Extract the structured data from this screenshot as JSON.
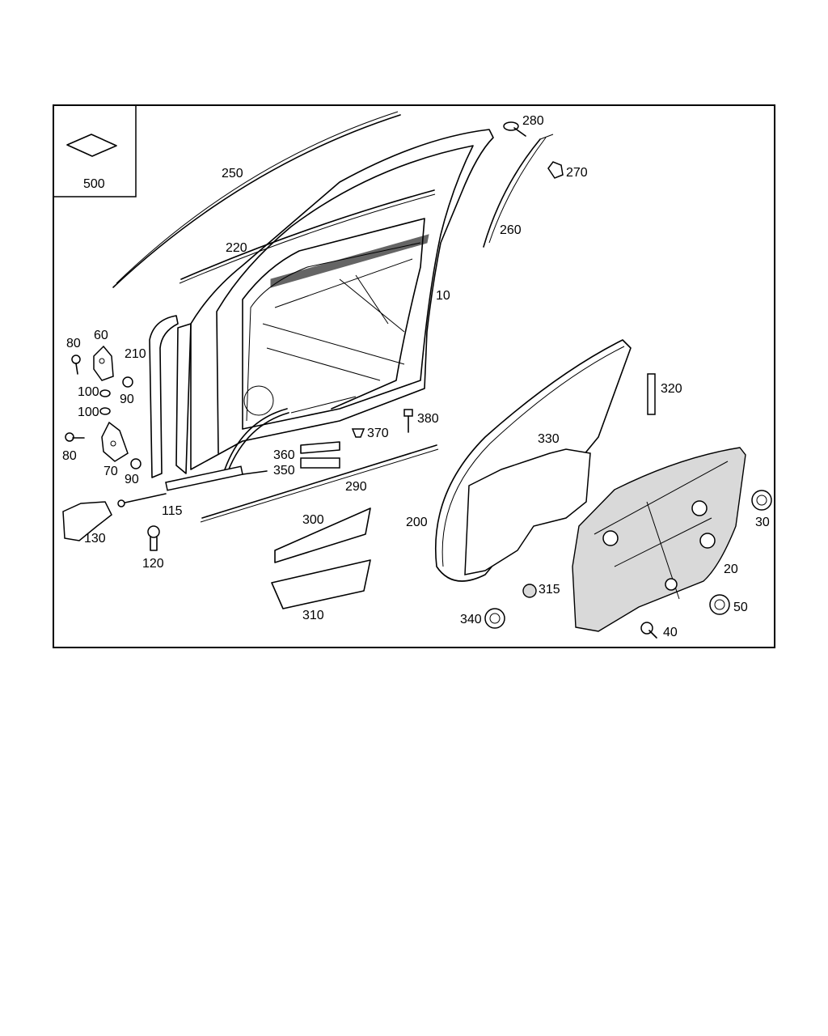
{
  "labels": [
    {
      "id": "500",
      "text": "500"
    },
    {
      "id": "250",
      "text": "250"
    },
    {
      "id": "220",
      "text": "220"
    },
    {
      "id": "280",
      "text": "280"
    },
    {
      "id": "270",
      "text": "270"
    },
    {
      "id": "260",
      "text": "260"
    },
    {
      "id": "10",
      "text": "10"
    },
    {
      "id": "80a",
      "text": "80"
    },
    {
      "id": "60",
      "text": "60"
    },
    {
      "id": "210",
      "text": "210"
    },
    {
      "id": "90a",
      "text": "90"
    },
    {
      "id": "100a",
      "text": "100"
    },
    {
      "id": "100b",
      "text": "100"
    },
    {
      "id": "80b",
      "text": "80"
    },
    {
      "id": "70",
      "text": "70"
    },
    {
      "id": "90b",
      "text": "90"
    },
    {
      "id": "115",
      "text": "115"
    },
    {
      "id": "130",
      "text": "130"
    },
    {
      "id": "120",
      "text": "120"
    },
    {
      "id": "380",
      "text": "380"
    },
    {
      "id": "370",
      "text": "370"
    },
    {
      "id": "360",
      "text": "360"
    },
    {
      "id": "350",
      "text": "350"
    },
    {
      "id": "290",
      "text": "290"
    },
    {
      "id": "300",
      "text": "300"
    },
    {
      "id": "310",
      "text": "310"
    },
    {
      "id": "320",
      "text": "320"
    },
    {
      "id": "330",
      "text": "330"
    },
    {
      "id": "200",
      "text": "200"
    },
    {
      "id": "315",
      "text": "315"
    },
    {
      "id": "340",
      "text": "340"
    },
    {
      "id": "30",
      "text": "30"
    },
    {
      "id": "20",
      "text": "20"
    },
    {
      "id": "50",
      "text": "50"
    },
    {
      "id": "40",
      "text": "40"
    }
  ]
}
